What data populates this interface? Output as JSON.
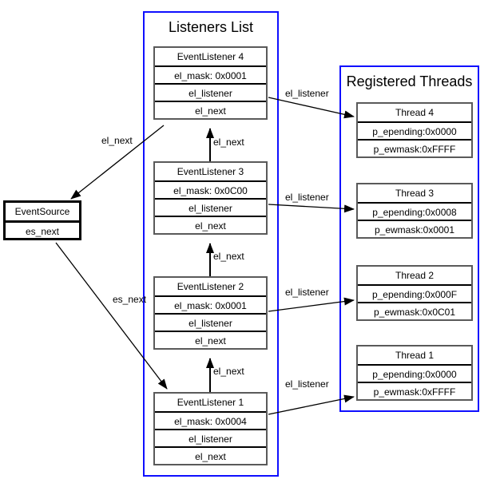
{
  "colors": {
    "container_border": "#0f0fff",
    "node_border": "#5a5a5a",
    "line_color": "#000000"
  },
  "containers": {
    "listeners_list": {
      "title": "Listeners List"
    },
    "registered_threads": {
      "title": "Registered Threads"
    }
  },
  "event_source": {
    "title": "EventSource",
    "rows": [
      "es_next"
    ]
  },
  "listeners": [
    {
      "title": "EventListener 4",
      "rows": [
        "el_mask: 0x0001",
        "el_listener",
        "el_next"
      ]
    },
    {
      "title": "EventListener 3",
      "rows": [
        "el_mask: 0x0C00",
        "el_listener",
        "el_next"
      ]
    },
    {
      "title": "EventListener 2",
      "rows": [
        "el_mask: 0x0001",
        "el_listener",
        "el_next"
      ]
    },
    {
      "title": "EventListener 1",
      "rows": [
        "el_mask: 0x0004",
        "el_listener",
        "el_next"
      ]
    }
  ],
  "threads": [
    {
      "title": "Thread 4",
      "rows": [
        "p_epending:0x0000",
        "p_ewmask:0xFFFF"
      ]
    },
    {
      "title": "Thread 3",
      "rows": [
        "p_epending:0x0008",
        "p_ewmask:0x0001"
      ]
    },
    {
      "title": "Thread 2",
      "rows": [
        "p_epending:0x000F",
        "p_ewmask:0x0C01"
      ]
    },
    {
      "title": "Thread 1",
      "rows": [
        "p_epending:0x0000",
        "p_ewmask:0xFFFF"
      ]
    }
  ],
  "edge_labels": {
    "el_listener": "el_listener",
    "el_next": "el_next",
    "es_next": "es_next"
  }
}
